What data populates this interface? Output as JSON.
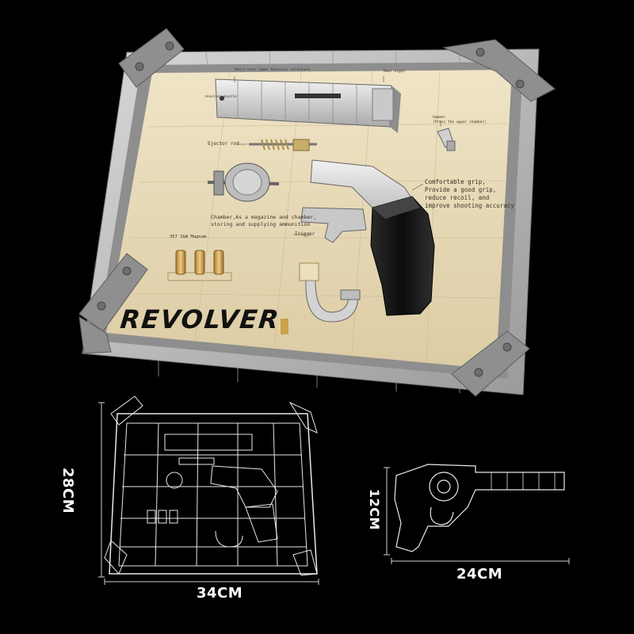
{
  "product": {
    "logo_text": "REVOLVER",
    "labels": {
      "barrel_top": "Short-nose tamer Revolver structure",
      "muzzle": "revolver muzzle",
      "rear_sight": "Rear sight",
      "hammer_title": "Hammer",
      "hammer_note": "(Press the upper chamber)",
      "ejector_rod": "Ejector rod",
      "grip_lines": [
        "Comfortable grip,",
        "Provide a good grip,",
        "reduce recoil, and",
        "improve shooting accuracy"
      ],
      "chamber_lines": [
        "Chamber,As a magazine and chamber,",
        "storing and supplying ammunition"
      ],
      "trigger": "Trigger",
      "ammo": "357 S&W Magnum"
    }
  },
  "dimensions": {
    "frame_height": "28CM",
    "frame_width": "34CM",
    "gun_height": "12CM",
    "gun_width": "24CM"
  },
  "colors": {
    "background": "#000000",
    "frame": "#bfbfbf",
    "board": "#e8dcbc",
    "logo_gold": "#c9a24a",
    "bullet_gold": "#c8a060",
    "grip_black": "#151515"
  }
}
